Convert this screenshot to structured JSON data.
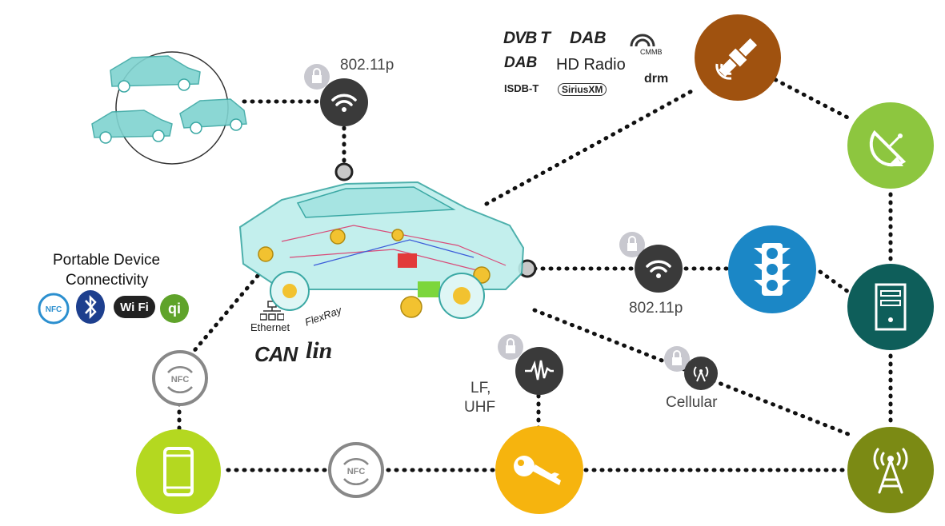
{
  "labels": {
    "wifi_top": "802.11p",
    "wifi_mid": "802.11p",
    "lf_uhf_1": "LF,",
    "lf_uhf_2": "UHF",
    "cellular": "Cellular",
    "portable_1": "Portable Device",
    "portable_2": "Connectivity",
    "ethernet": "Ethernet",
    "flexray": "FlexRay",
    "can": "CAN",
    "lin": "lin",
    "nfc": "NFC",
    "wifi_logo": "Wi Fi"
  },
  "broadcast_logos": {
    "dvbt": "DVB T",
    "dab_top": "DAB",
    "cmmb": "CMMB",
    "dab": "DAB",
    "hd_radio": "HD Radio",
    "isdbt": "ISDB-T",
    "siriusxm": "SiriusXM",
    "drm": "drm"
  },
  "colors": {
    "satellite": "#a0520f",
    "dish": "#8dc63f",
    "traffic": "#1b87c6",
    "server": "#0e5e5a",
    "tower": "#7b8a14",
    "key": "#f6b40e",
    "phone": "#b4d820",
    "dark_node": "#3a3a3a",
    "lock": "#c8c8cf",
    "car": "#7fd3d0"
  },
  "icons": [
    "satellite-icon",
    "satellite-dish-icon",
    "traffic-light-icon",
    "server-icon",
    "cell-tower-icon",
    "key-icon",
    "smartphone-icon",
    "wifi-icon",
    "signal-wave-icon",
    "antenna-icon",
    "nfc-icon",
    "lock-icon",
    "bluetooth-icon",
    "qi-icon"
  ]
}
